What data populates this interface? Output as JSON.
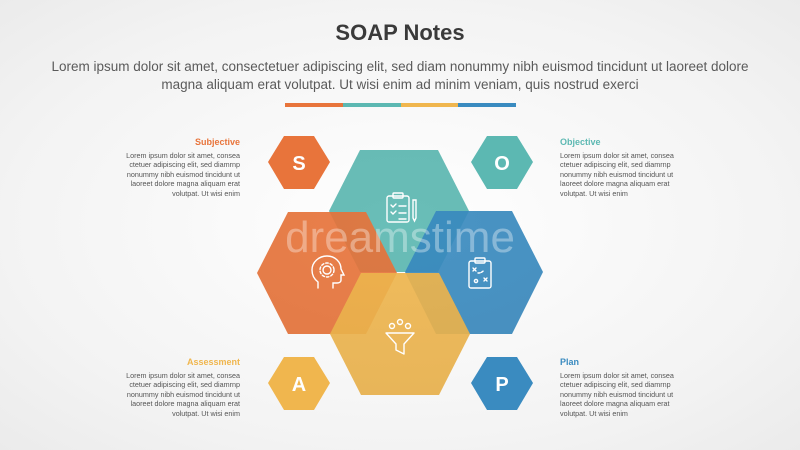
{
  "title": "SOAP Notes",
  "subtitle": "Lorem ipsum dolor sit amet, consectetuer adipiscing elit, sed diam nonummy nibh euismod tincidunt ut laoreet dolore magna aliquam erat volutpat. Ut wisi enim ad minim veniam, quis nostrud exerci",
  "colors": {
    "subjective": "#e8743b",
    "objective": "#5cb8b2",
    "assessment": "#f0b64e",
    "plan": "#3a8bc0",
    "divider": [
      "#e8743b",
      "#5cb8b2",
      "#f0b64e",
      "#3a8bc0"
    ]
  },
  "sections": {
    "subjective": {
      "letter": "S",
      "heading": "Subjective",
      "body": "Lorem ipsum dolor sit amet, consea\nctetuer adipiscing elit, sed diamrnp\nnonummy nibh euismod tincidunt ut\nlaoreet dolore magna aliquam erat\nvolutpat. Ut wisi enim",
      "icon": "head-gear-icon"
    },
    "objective": {
      "letter": "O",
      "heading": "Objective",
      "body": "Lorem ipsum dolor sit amet, consea\nctetuer adipiscing elit, sed diamrnp\nnonummy nibh euismod tincidunt ut\nlaoreet dolore magna aliquam erat\nvolutpat. Ut wisi enim",
      "icon": "clipboard-checklist-icon"
    },
    "assessment": {
      "letter": "A",
      "heading": "Assessment",
      "body": "Lorem ipsum dolor sit amet, consea\nctetuer adipiscing elit, sed diamrnp\nnonummy nibh euismod tincidunt ut\nlaoreet dolore magna aliquam erat\nvolutpat. Ut wisi enim",
      "icon": "funnel-filter-icon"
    },
    "plan": {
      "letter": "P",
      "heading": "Plan",
      "body": "Lorem ipsum dolor sit amet, consea\nctetuer adipiscing elit, sed diamrnp\nnonummy nibh euismod tincidunt ut\nlaoreet dolore magna aliquam erat\nvolutpat. Ut wisi enim",
      "icon": "strategy-board-icon"
    }
  },
  "watermark": "dreamstime"
}
